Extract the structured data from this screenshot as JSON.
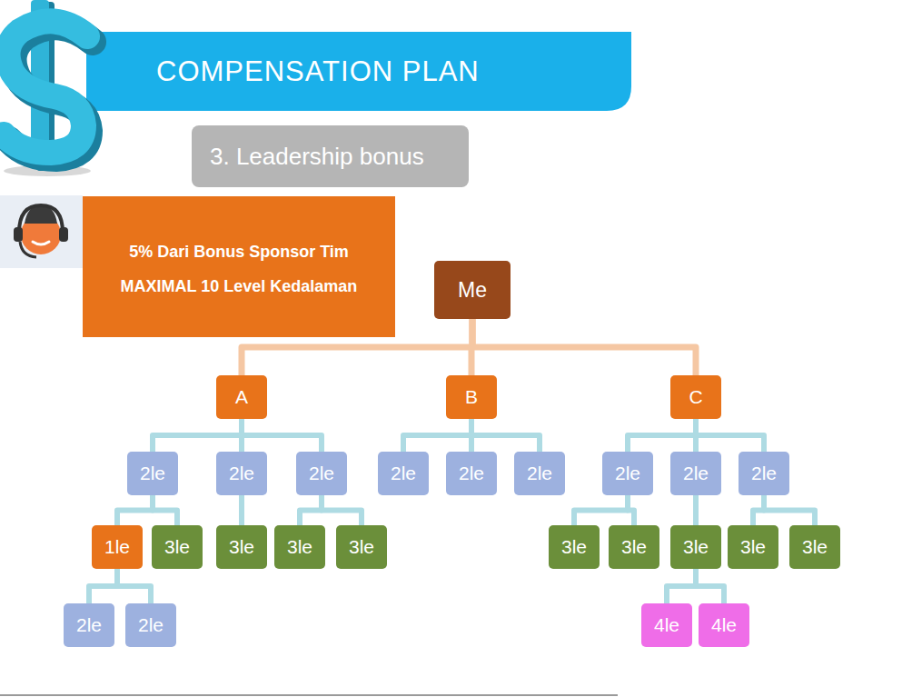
{
  "diagram": {
    "title": "COMPENSATION PLAN",
    "nodes": [
      {
        "text": [
          "3. Leadership bonus"
        ]
      },
      {
        "text": [
          "5% Dari Bonus Sponsor Tim",
          "MAXIMAL 10 Level Kedalaman"
        ]
      },
      {
        "text": [
          "Me"
        ]
      },
      {
        "text": [
          "A"
        ]
      },
      {
        "text": [
          "B"
        ]
      },
      {
        "text": [
          "C"
        ]
      },
      {
        "text": [
          "2le"
        ]
      },
      {
        "text": [
          "2le"
        ]
      },
      {
        "text": [
          "2le"
        ]
      },
      {
        "text": [
          "2le"
        ]
      },
      {
        "text": [
          "2le"
        ]
      },
      {
        "text": [
          "2le"
        ]
      },
      {
        "text": [
          "2le"
        ]
      },
      {
        "text": [
          "2le"
        ]
      },
      {
        "text": [
          "2le"
        ]
      },
      {
        "text": [
          "1le"
        ]
      },
      {
        "text": [
          "3le"
        ]
      },
      {
        "text": [
          "3le"
        ]
      },
      {
        "text": [
          "3le"
        ]
      },
      {
        "text": [
          "3le"
        ]
      },
      {
        "text": [
          "3le"
        ]
      },
      {
        "text": [
          "3le"
        ]
      },
      {
        "text": [
          "3le"
        ]
      },
      {
        "text": [
          "3le"
        ]
      },
      {
        "text": [
          "3le"
        ]
      },
      {
        "text": [
          "2le"
        ]
      },
      {
        "text": [
          "2le"
        ]
      },
      {
        "text": [
          "4le"
        ]
      },
      {
        "text": [
          "4le"
        ]
      }
    ],
    "edges": [
      {
        "from": 2,
        "to": 3,
        "arrow": "none"
      },
      {
        "from": 2,
        "to": 4,
        "arrow": "none"
      },
      {
        "from": 2,
        "to": 5,
        "arrow": "none"
      },
      {
        "from": 3,
        "to": 6,
        "arrow": "none"
      },
      {
        "from": 3,
        "to": 7,
        "arrow": "none"
      },
      {
        "from": 3,
        "to": 8,
        "arrow": "none"
      },
      {
        "from": 4,
        "to": 9,
        "arrow": "none"
      },
      {
        "from": 4,
        "to": 10,
        "arrow": "none"
      },
      {
        "from": 4,
        "to": 11,
        "arrow": "none"
      },
      {
        "from": 5,
        "to": 12,
        "arrow": "none"
      },
      {
        "from": 5,
        "to": 13,
        "arrow": "none"
      },
      {
        "from": 5,
        "to": 14,
        "arrow": "none"
      },
      {
        "from": 6,
        "to": 15,
        "arrow": "none"
      },
      {
        "from": 6,
        "to": 16,
        "arrow": "none"
      },
      {
        "from": 7,
        "to": 17,
        "arrow": "none"
      },
      {
        "from": 8,
        "to": 18,
        "arrow": "none"
      },
      {
        "from": 8,
        "to": 19,
        "arrow": "none"
      },
      {
        "from": 12,
        "to": 20,
        "arrow": "none"
      },
      {
        "from": 12,
        "to": 21,
        "arrow": "none"
      },
      {
        "from": 13,
        "to": 22,
        "arrow": "none"
      },
      {
        "from": 14,
        "to": 23,
        "arrow": "none"
      },
      {
        "from": 14,
        "to": 24,
        "arrow": "none"
      },
      {
        "from": 15,
        "to": 25,
        "arrow": "none"
      },
      {
        "from": 15,
        "to": 26,
        "arrow": "none"
      },
      {
        "from": 22,
        "to": 27,
        "arrow": "none"
      },
      {
        "from": 22,
        "to": 28,
        "arrow": "none"
      }
    ]
  }
}
